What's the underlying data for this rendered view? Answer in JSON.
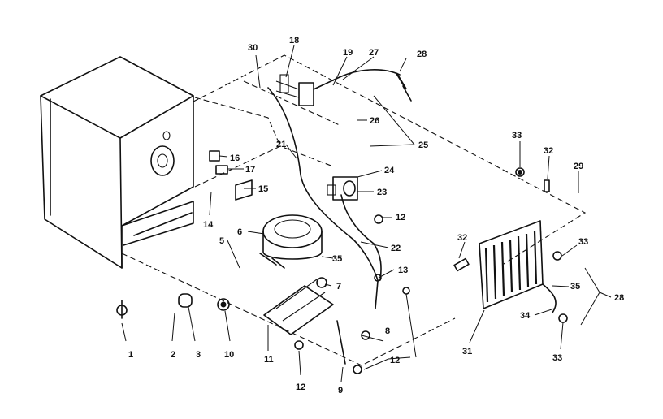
{
  "diagram": {
    "labels": [
      "1",
      "2",
      "3",
      "10",
      "11",
      "12",
      "9",
      "8",
      "12",
      "7",
      "13",
      "35",
      "5",
      "6",
      "22",
      "12",
      "23",
      "24",
      "14",
      "15",
      "16",
      "17",
      "30",
      "18",
      "19",
      "27",
      "28",
      "26",
      "25",
      "21",
      "33",
      "32",
      "29",
      "32",
      "33",
      "28",
      "35",
      "34",
      "31",
      "33"
    ]
  }
}
